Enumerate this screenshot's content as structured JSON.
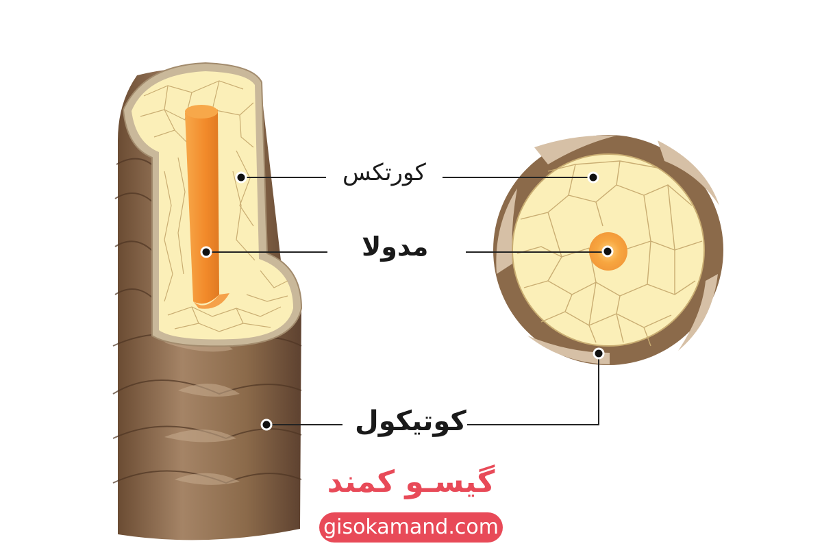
{
  "labels": {
    "cortex": "کورتکس",
    "medulla": "مدولا",
    "cuticle": "کوتیکول"
  },
  "brand": {
    "name": "گیسـو کمند",
    "url": "gisokamand.com"
  },
  "colors": {
    "cuticle_brown": "#8b6a4a",
    "cuticle_dark": "#6b4c33",
    "cuticle_light": "#b89a7c",
    "cortex_cream": "#fbefb8",
    "cortex_lines": "#c9ad72",
    "medulla_orange": "#f39a3a",
    "brand_red": "#e84a58"
  }
}
